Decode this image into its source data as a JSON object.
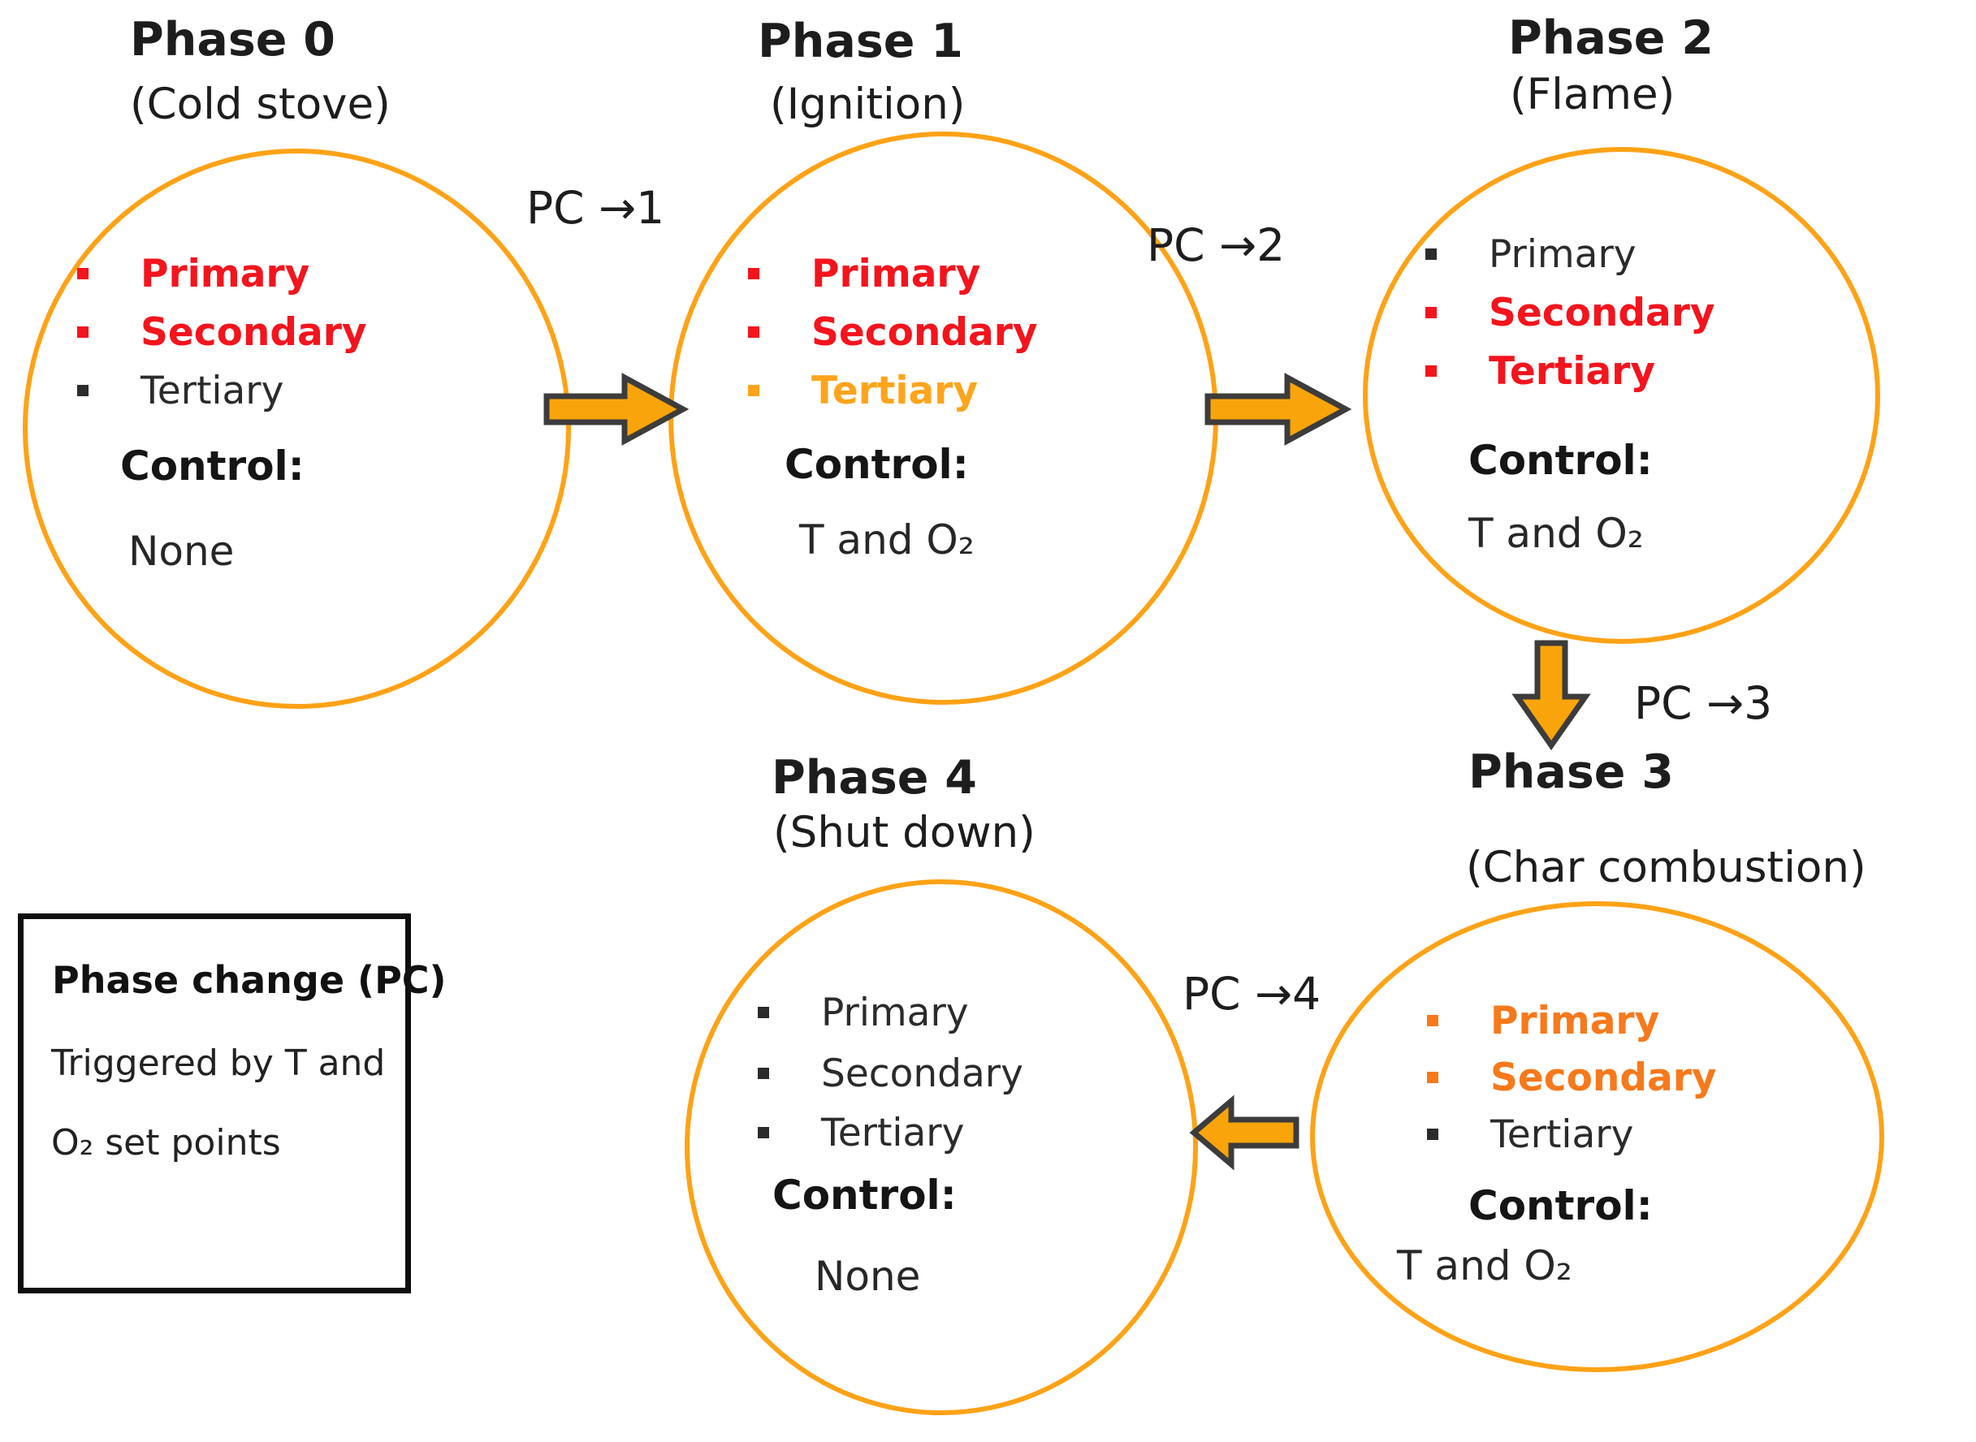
{
  "figure": {
    "description": "Combustion phase control state diagram"
  },
  "phases": [
    {
      "title": "Phase 0",
      "subtitle": "(Cold stove)",
      "bullets": [
        {
          "label": "Primary",
          "color": "#F4141D",
          "bold": true
        },
        {
          "label": "Secondary",
          "color": "#F4141D",
          "bold": true
        },
        {
          "label": "Tertiary",
          "color": "#2B2B2B",
          "bold": false
        }
      ],
      "control_label": "Control:",
      "control_value": "None"
    },
    {
      "title": "Phase 1",
      "subtitle": "(Ignition)",
      "bullets": [
        {
          "label": "Primary",
          "color": "#F4141D",
          "bold": true
        },
        {
          "label": "Secondary",
          "color": "#F4141D",
          "bold": true
        },
        {
          "label": "Tertiary",
          "color": "#FFA41C",
          "bold": true
        }
      ],
      "control_label": "Control:",
      "control_value": "T and O₂"
    },
    {
      "title": "Phase 2",
      "subtitle": "(Flame)",
      "bullets": [
        {
          "label": "Primary",
          "color": "#2B2B2B",
          "bold": false
        },
        {
          "label": "Secondary",
          "color": "#F4141D",
          "bold": true
        },
        {
          "label": "Tertiary",
          "color": "#F4141D",
          "bold": true
        }
      ],
      "control_label": "Control:",
      "control_value": "T and O₂"
    },
    {
      "title": "Phase 3",
      "subtitle": "(Char combustion)",
      "bullets": [
        {
          "label": "Primary",
          "color": "#F8791B",
          "bold": true
        },
        {
          "label": "Secondary",
          "color": "#F8791B",
          "bold": true
        },
        {
          "label": "Tertiary",
          "color": "#2B2B2B",
          "bold": false
        }
      ],
      "control_label": "Control:",
      "control_value": "T and O₂"
    },
    {
      "title": "Phase 4",
      "subtitle": "(Shut down)",
      "bullets": [
        {
          "label": "Primary",
          "color": "#2B2B2B",
          "bold": false
        },
        {
          "label": "Secondary",
          "color": "#2B2B2B",
          "bold": false
        },
        {
          "label": "Tertiary",
          "color": "#2B2B2B",
          "bold": false
        }
      ],
      "control_label": "Control:",
      "control_value": "None"
    }
  ],
  "transitions": [
    {
      "label": "PC →1"
    },
    {
      "label": "PC →2"
    },
    {
      "label": "PC →3"
    },
    {
      "label": "PC →4"
    }
  ],
  "legend": {
    "title": "Phase change (PC)",
    "line1": "Triggered by T and",
    "line2": "O₂ set points"
  },
  "colors": {
    "circle_stroke": "#FFA216",
    "arrow_fill": "#F9A40A",
    "arrow_stroke": "#3C3C3C",
    "active_red": "#F4141D",
    "active_orange": "#FFA41C",
    "active_deep_orange": "#F8791B",
    "text_black": "#2B2B2B"
  }
}
